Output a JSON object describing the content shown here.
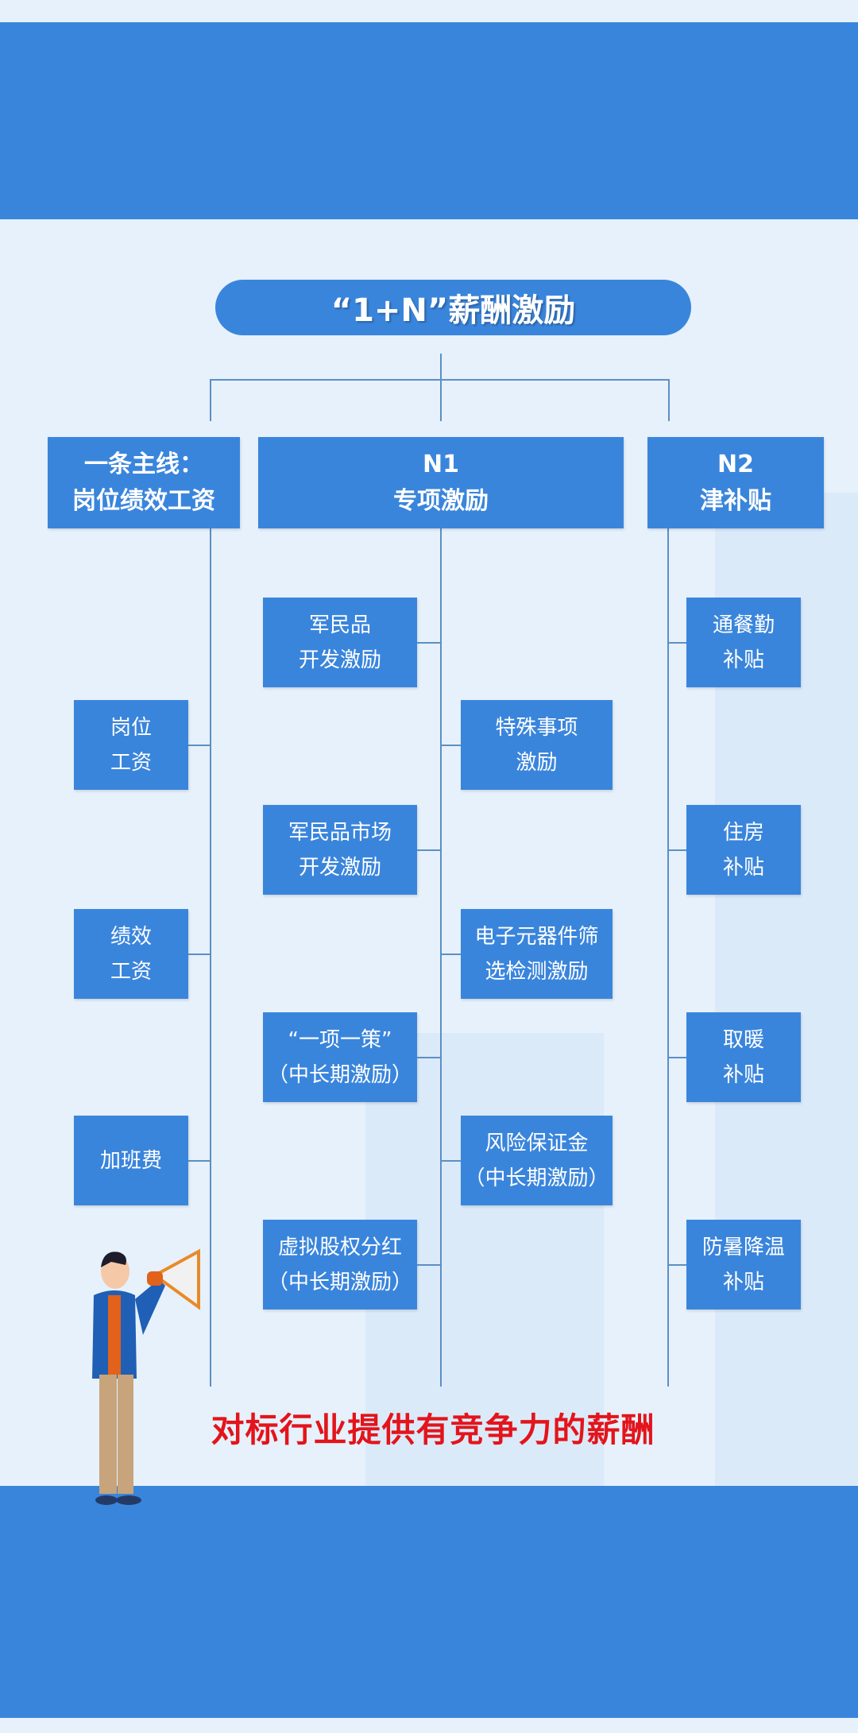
{
  "title": "“1+N”薪酬激励",
  "columns": [
    {
      "header": [
        "一条主线：",
        "岗位绩效工资"
      ],
      "items": [
        [
          "岗位",
          "工资"
        ],
        [
          "绩效",
          "工资"
        ],
        [
          "加班费"
        ]
      ]
    },
    {
      "header": [
        "N1",
        "专项激励"
      ],
      "left_items": [
        [
          "军民品",
          "开发激励"
        ],
        [
          "军民品市场",
          "开发激励"
        ],
        [
          "“一项一策”",
          "（中长期激励）"
        ],
        [
          "虚拟股权分红",
          "（中长期激励）"
        ]
      ],
      "right_items": [
        [
          "特殊事项",
          "激励"
        ],
        [
          "电子元器件筛",
          "选检测激励"
        ],
        [
          "风险保证金",
          "（中长期激励）"
        ]
      ]
    },
    {
      "header": [
        "N2",
        "津补贴"
      ],
      "items": [
        [
          "通餐勤",
          "补贴"
        ],
        [
          "住房",
          "补贴"
        ],
        [
          "取暖",
          "补贴"
        ],
        [
          "防暑降温",
          "补贴"
        ]
      ]
    }
  ],
  "slogan": "对标行业提供有竞争力的薪酬",
  "colors": {
    "primary": "#3a85dc",
    "background": "#e6f1fb",
    "slogan": "#e3141b"
  }
}
